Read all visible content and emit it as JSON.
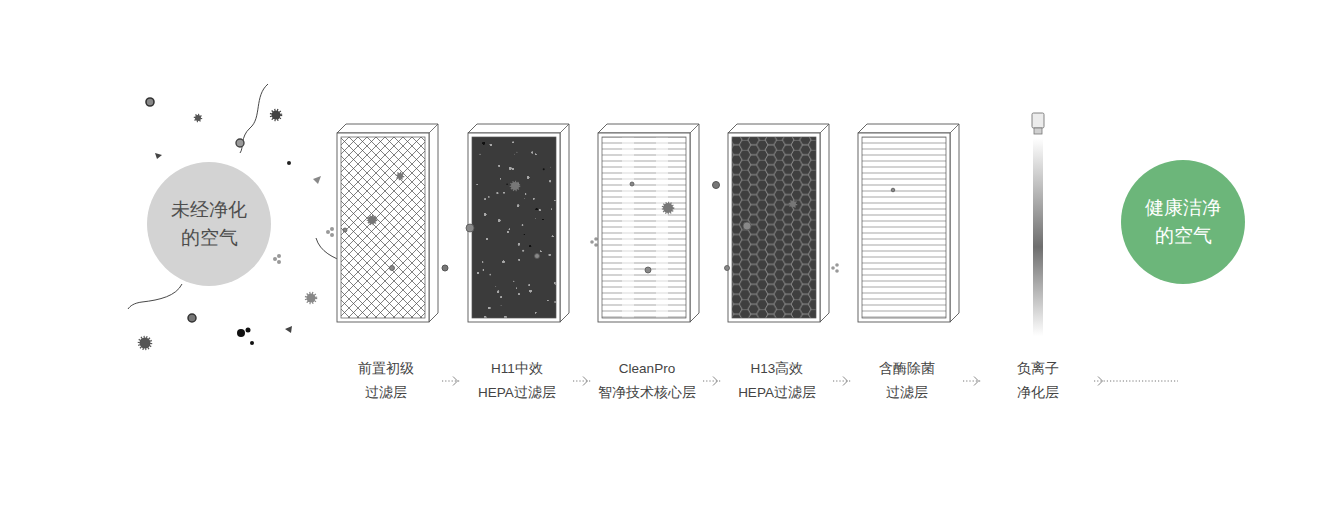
{
  "diagram": {
    "nodes": [
      {
        "text": [
          "未经净化 的空气"
        ]
      },
      {
        "text": [
          "前置初级 过滤层"
        ]
      },
      {
        "text": [
          "H11中效 HEPA过滤层"
        ]
      },
      {
        "text": [
          "CleanPro 智净技术核心层"
        ]
      },
      {
        "text": [
          "H13高效 HEPA过滤层"
        ]
      },
      {
        "text": [
          "含酶除菌 过滤层"
        ]
      },
      {
        "text": [
          "负离子 净化层"
        ]
      },
      {
        "text": [
          "健康洁净 的空气"
        ]
      }
    ],
    "edges": [
      {
        "from": 1,
        "to": 2,
        "arrow": "to"
      },
      {
        "from": 2,
        "to": 3,
        "arrow": "to"
      },
      {
        "from": 3,
        "to": 4,
        "arrow": "to"
      },
      {
        "from": 4,
        "to": 5,
        "arrow": "to"
      },
      {
        "from": 5,
        "to": 6,
        "arrow": "to"
      }
    ]
  }
}
